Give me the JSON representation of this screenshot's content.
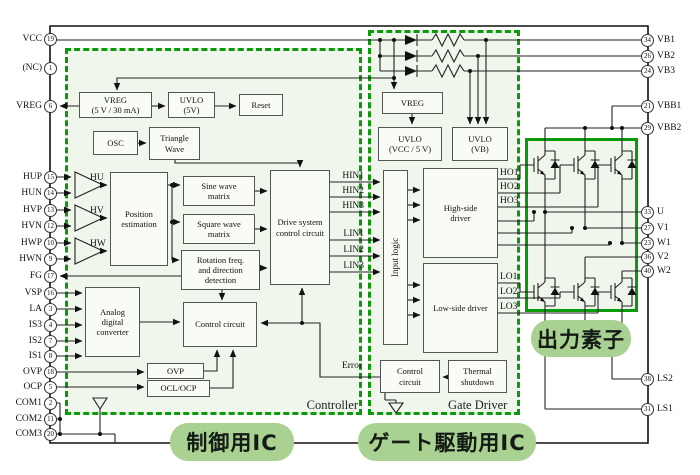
{
  "badges": {
    "controller": "制御用IC",
    "gate_driver": "ゲート駆動用IC",
    "output": "出力素子"
  },
  "regions": {
    "controller": "Controller",
    "gate_driver": "Gate Driver"
  },
  "pins": {
    "left": [
      {
        "label": "VCC",
        "num": "19"
      },
      {
        "label": "(NC)",
        "num": "1"
      },
      {
        "label": "VREG",
        "num": "6"
      },
      {
        "label": "HUP",
        "num": "15"
      },
      {
        "label": "HUN",
        "num": "14"
      },
      {
        "label": "HVP",
        "num": "13"
      },
      {
        "label": "HVN",
        "num": "12"
      },
      {
        "label": "HWP",
        "num": "10"
      },
      {
        "label": "HWN",
        "num": "9"
      },
      {
        "label": "FG",
        "num": "17"
      },
      {
        "label": "VSP",
        "num": "16"
      },
      {
        "label": "LA",
        "num": "3"
      },
      {
        "label": "IS3",
        "num": "4"
      },
      {
        "label": "IS2",
        "num": "7"
      },
      {
        "label": "IS1",
        "num": "8"
      },
      {
        "label": "OVP",
        "num": "18"
      },
      {
        "label": "OCP",
        "num": "5"
      },
      {
        "label": "COM1",
        "num": "2"
      },
      {
        "label": "COM2",
        "num": "11"
      },
      {
        "label": "COM3",
        "num": "20"
      }
    ],
    "right": [
      {
        "label": "VB1",
        "num": "34"
      },
      {
        "label": "VB2",
        "num": "26"
      },
      {
        "label": "VB3",
        "num": "24"
      },
      {
        "label": "VBB1",
        "num": "21"
      },
      {
        "label": "VBB2",
        "num": "29"
      },
      {
        "label": "U",
        "num": "33"
      },
      {
        "label": "V1",
        "num": "27"
      },
      {
        "label": "W1",
        "num": "23"
      },
      {
        "label": "V2",
        "num": "36"
      },
      {
        "label": "W2",
        "num": "40"
      },
      {
        "label": "LS2",
        "num": "38"
      },
      {
        "label": "LS1",
        "num": "31"
      }
    ]
  },
  "blocks": {
    "vreg_main": "VREG\n(5 V / 30 mA)",
    "uvlo_5v": "UVLO\n(5V)",
    "reset": "Reset",
    "osc": "OSC",
    "triangle_wave": "Triangle\nWave",
    "position_estimation": "Position\nestimation",
    "sine_matrix": "Sine wave\nmatrix",
    "square_matrix": "Square wave\nmatrix",
    "rotation_detect": "Rotation freq.\nand direction\ndetection",
    "drive_system": "Drive system\ncontrol circuit",
    "adc": "Analog\ndigital\nconverter",
    "control_circuit": "Control circuit",
    "ovp": "OVP",
    "ocl_ocp": "OCL/OCP",
    "vreg_gd": "VREG",
    "uvlo_vcc": "UVLO\n(VCC / 5 V)",
    "uvlo_vb": "UVLO\n(VB)",
    "input_logic": "Input logic",
    "high_side_driver": "High-side\ndriver",
    "low_side_driver": "Low-side driver",
    "control_circuit_gd": "Control\ncircuit",
    "thermal_shutdown": "Thermal\nshutdown"
  },
  "signals": {
    "hall": [
      "HU",
      "HV",
      "HW"
    ],
    "hin": [
      "HIN1",
      "HIN2",
      "HIN3"
    ],
    "lin": [
      "LIN1",
      "LIN2",
      "LIN3"
    ],
    "ho": [
      "HO1",
      "HO2",
      "HO3"
    ],
    "lo": [
      "LO1",
      "LO2",
      "LO3"
    ],
    "error": "Error"
  },
  "colors": {
    "accent_green": "#0a9a0a",
    "badge_green": "#a9d292",
    "region_fill": "#f0f6ec"
  }
}
